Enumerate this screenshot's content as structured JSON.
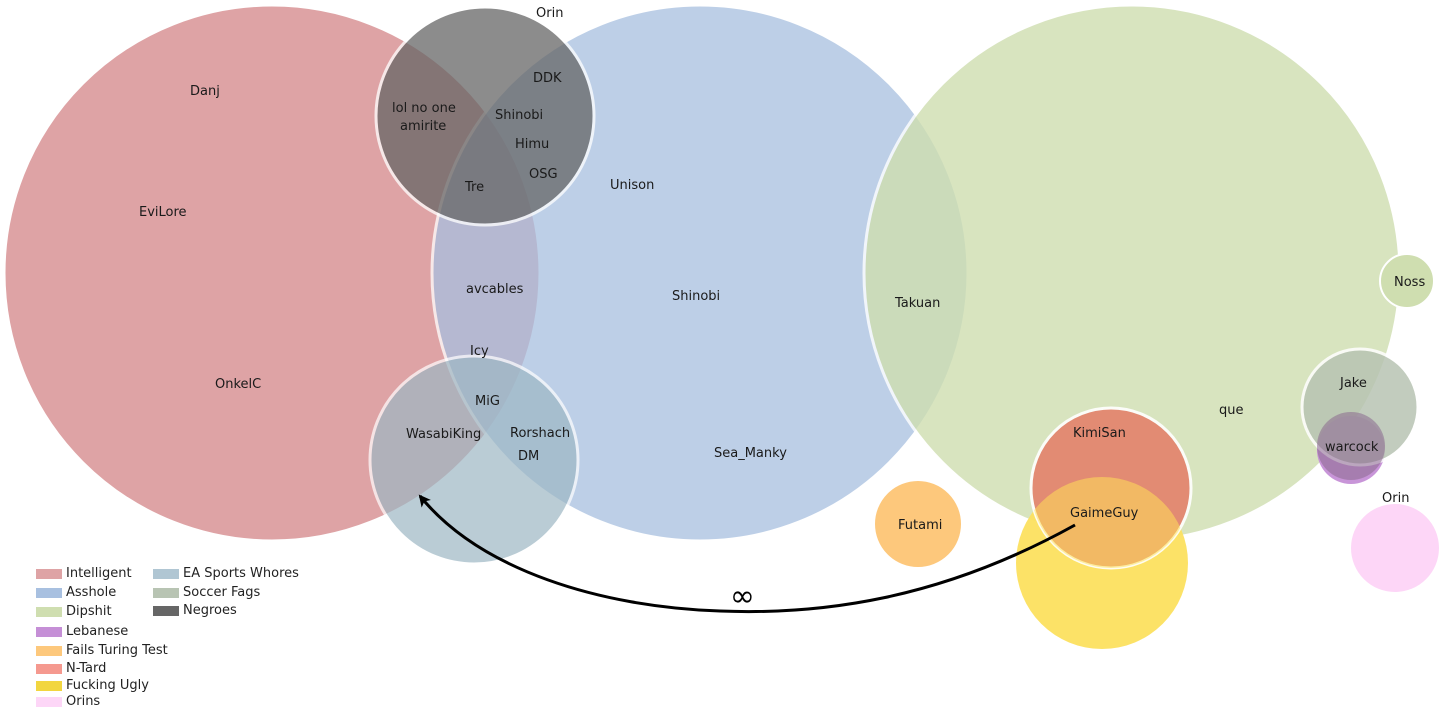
{
  "colors": {
    "intelligent": "#dea3a5",
    "asshole": "#a8c0e0",
    "dipshit": "#cfdeb0",
    "lebanese": "#c58fd6",
    "fails_turing_test": "#fdc87c",
    "n_tard": "#f5998f",
    "ntard_circle": "#e4826b",
    "fucking_ugly": "#fce05f",
    "orins": "#fdd6f7",
    "ea_sports_whores": "#9db7c4",
    "soccer_fags": "#b8c4b3",
    "negroes": "#666666"
  },
  "legend": [
    {
      "label": "Intelligent",
      "color": "#dea3a5"
    },
    {
      "label": "Asshole",
      "color": "#a8c0e0"
    },
    {
      "label": "Dipshit",
      "color": "#cfdeb0"
    },
    {
      "label": "Lebanese",
      "color": "#c58fd6"
    },
    {
      "label": "Fails Turing Test",
      "color": "#fdc87c"
    },
    {
      "label": "N-Tard",
      "color": "#f5998f"
    },
    {
      "label": "Fucking Ugly",
      "color": "#f2d640"
    },
    {
      "label": "Orins",
      "color": "#fdd6f7"
    },
    {
      "label": "EA Sports Whores",
      "color": "#b0c6d3"
    },
    {
      "label": "Soccer Fags",
      "color": "#b8c4b3"
    },
    {
      "label": "Negroes",
      "color": "#666666"
    }
  ],
  "labels": {
    "orin_top": "Orin",
    "danj": "Danj",
    "evilore": "EviLore",
    "onkelc": "OnkelC",
    "lol_line1": "lol no one",
    "lol_line2": "amirite",
    "ddk": "DDK",
    "shinobi_small": "Shinobi",
    "himu": "Himu",
    "osg": "OSG",
    "tre": "Tre",
    "unison": "Unison",
    "shinobi_big": "Shinobi",
    "avcables": "avcables",
    "icy": "Icy",
    "mig": "MiG",
    "wasabiking": "WasabiKing",
    "rorshach": "Rorshach",
    "dm": "DM",
    "sea_manky": "Sea_Manky",
    "takuan": "Takuan",
    "noss": "Noss",
    "que": "que",
    "jake": "Jake",
    "warcock": "warcock",
    "kimisan": "KimiSan",
    "gaimeguy": "GaimeGuy",
    "futami": "Futami",
    "orin_right": "Orin",
    "infinity": "∞"
  }
}
